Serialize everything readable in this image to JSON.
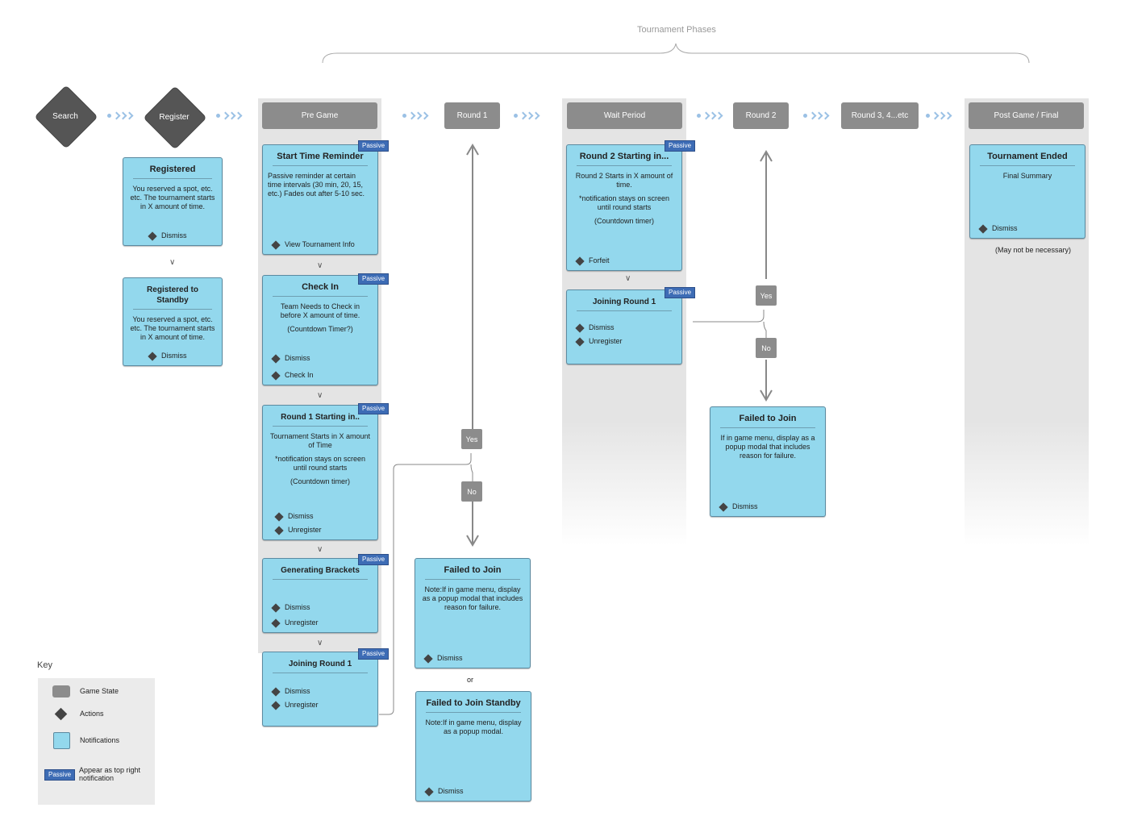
{
  "phases_label": "Tournament Phases",
  "states": {
    "search": "Search",
    "register": "Register",
    "pre_game": "Pre Game",
    "round1": "Round 1",
    "wait_period": "Wait Period",
    "round2": "Round 2",
    "round3": "Round 3, 4...etc",
    "post_game": "Post Game / Final"
  },
  "passive_label": "Passive",
  "cards": {
    "registered": {
      "title": "Registered",
      "body": "You reserved a spot, etc. etc. The tournament starts in X amount of time.",
      "actions": [
        "Dismiss"
      ]
    },
    "standby": {
      "title": "Registered to Standby",
      "body": "You reserved a spot, etc. etc. The tournament starts in X amount of time.",
      "actions": [
        "Dismiss"
      ]
    },
    "start_reminder": {
      "title": "Start Time Reminder",
      "body": "Passive reminder at certain time intervals (30 min, 20, 15, etc.) Fades out after 5-10 sec.",
      "actions": [
        "View Tournament Info"
      ]
    },
    "check_in": {
      "title": "Check In",
      "body1": "Team Needs to Check in before X amount of time.",
      "body2": "(Countdown Timer?)",
      "actions": [
        "Dismiss",
        "Check In"
      ]
    },
    "round1_starting": {
      "title": "Round 1 Starting in..",
      "body1": "Tournament Starts in X amount of Time",
      "body2": "*notification stays on screen until round starts",
      "body3": "(Countdown timer)",
      "actions": [
        "Dismiss",
        "Unregister"
      ]
    },
    "generating": {
      "title": "Generating Brackets",
      "actions": [
        "Dismiss",
        "Unregister"
      ]
    },
    "joining_round1": {
      "title": "Joining Round 1",
      "actions": [
        "Dismiss",
        "Unregister"
      ]
    },
    "failed_join_r1": {
      "title": "Failed to Join",
      "body": "Note:If in game menu, display as a popup modal that includes reason for failure.",
      "actions": [
        "Dismiss"
      ]
    },
    "failed_standby": {
      "title": "Failed to Join Standby",
      "body": "Note:If in game menu, display as a popup modal.",
      "actions": [
        "Dismiss"
      ]
    },
    "round2_starting": {
      "title": "Round 2 Starting in...",
      "body1": "Round 2 Starts in X amount of time.",
      "body2": "*notification stays on screen until round starts",
      "body3": "(Countdown timer)",
      "actions": [
        "Forfeit"
      ]
    },
    "joining_round1_wait": {
      "title": "Joining Round 1",
      "actions": [
        "Dismiss",
        "Unregister"
      ]
    },
    "failed_join_r2": {
      "title": "Failed to Join",
      "body": "If in game menu, display as a popup modal that includes reason for failure.",
      "actions": [
        "Dismiss"
      ]
    },
    "tournament_ended": {
      "title": "Tournament Ended",
      "body": "Final Summary",
      "actions": [
        "Dismiss"
      ]
    }
  },
  "decisions": {
    "yes": "Yes",
    "no": "No"
  },
  "or_label": "or",
  "may_not_necessary": "(May not be necessary)",
  "key": {
    "title": "Key",
    "game_state": "Game State",
    "actions": "Actions",
    "notifications": "Notifications",
    "passive_desc": "Appear as top right notification"
  }
}
